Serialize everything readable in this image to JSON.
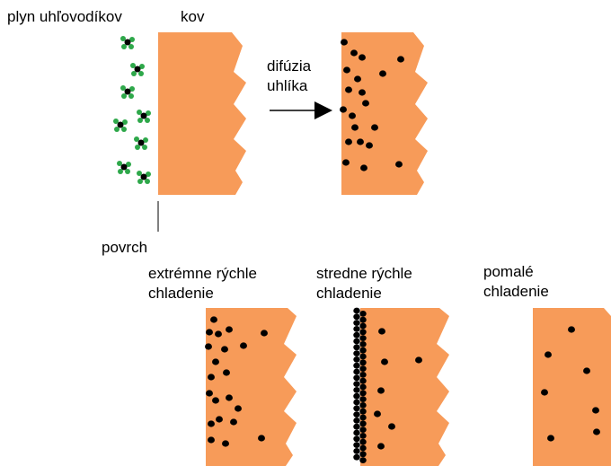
{
  "labels": {
    "gas": "plyn uhľovodíkov",
    "metal": "kov",
    "diffusion_line1": "difúzia",
    "diffusion_line2": "uhlíka",
    "surface": "povrch",
    "cooling_fast_line1": "extrémne rýchle",
    "cooling_fast_line2": "chladenie",
    "cooling_medium_line1": "stredne rýchle",
    "cooling_medium_line2": "chladenie",
    "cooling_slow_line1": "pomalé",
    "cooling_slow_line2": "chladenie"
  },
  "colors": {
    "metal": "#F79B59",
    "gas_molecule": "#2EA84A",
    "carbon": "#000000"
  }
}
